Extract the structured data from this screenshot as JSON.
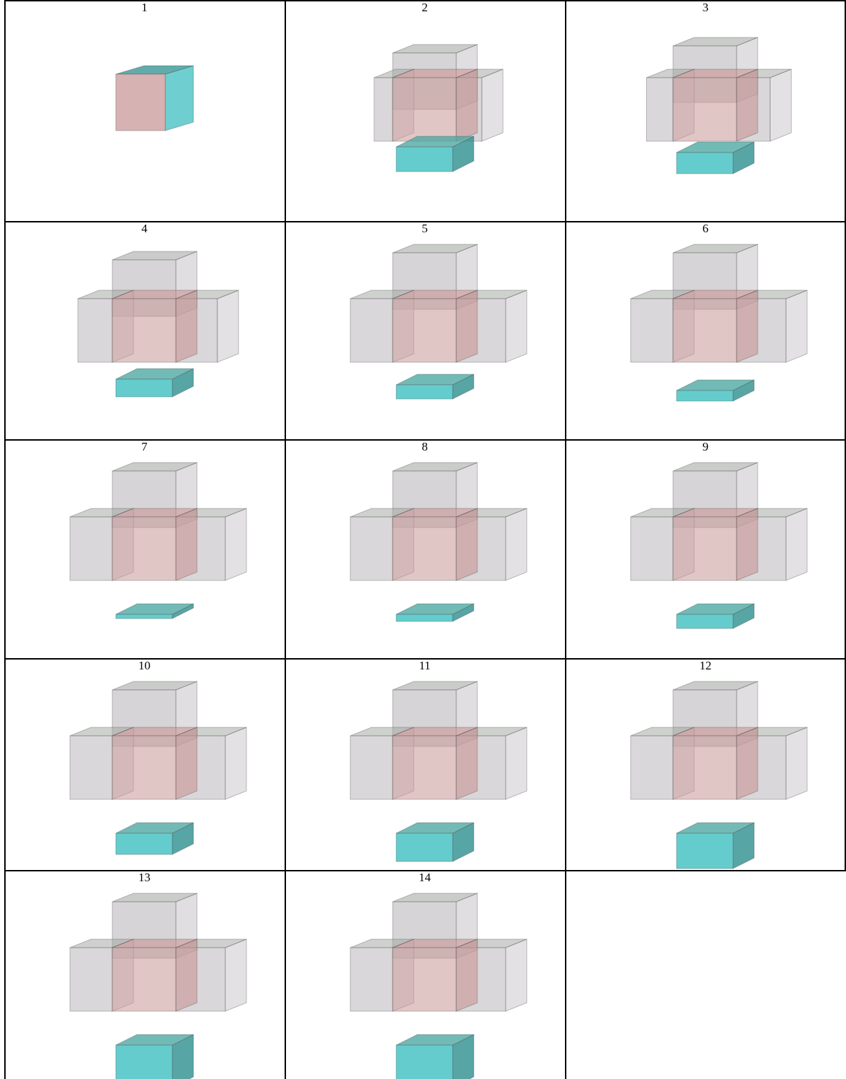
{
  "colors": {
    "grid_line": "#000000",
    "ghost_face": "#b4b0b4",
    "ghost_side": "#c9c3c9",
    "ghost_top": "#9da39d",
    "core": "#c98e8e",
    "core_front": "#c89898",
    "cyan": "#3fbfc0",
    "cyan_dark": "#2e8f8f",
    "cyan_top": "#4fa9a2"
  },
  "frames": [
    {
      "label": "1"
    },
    {
      "label": "2"
    },
    {
      "label": "3"
    },
    {
      "label": "4"
    },
    {
      "label": "5"
    },
    {
      "label": "6"
    },
    {
      "label": "7"
    },
    {
      "label": "8"
    },
    {
      "label": "9"
    },
    {
      "label": "10"
    },
    {
      "label": "11"
    },
    {
      "label": "12"
    },
    {
      "label": "13"
    },
    {
      "label": "14"
    }
  ]
}
